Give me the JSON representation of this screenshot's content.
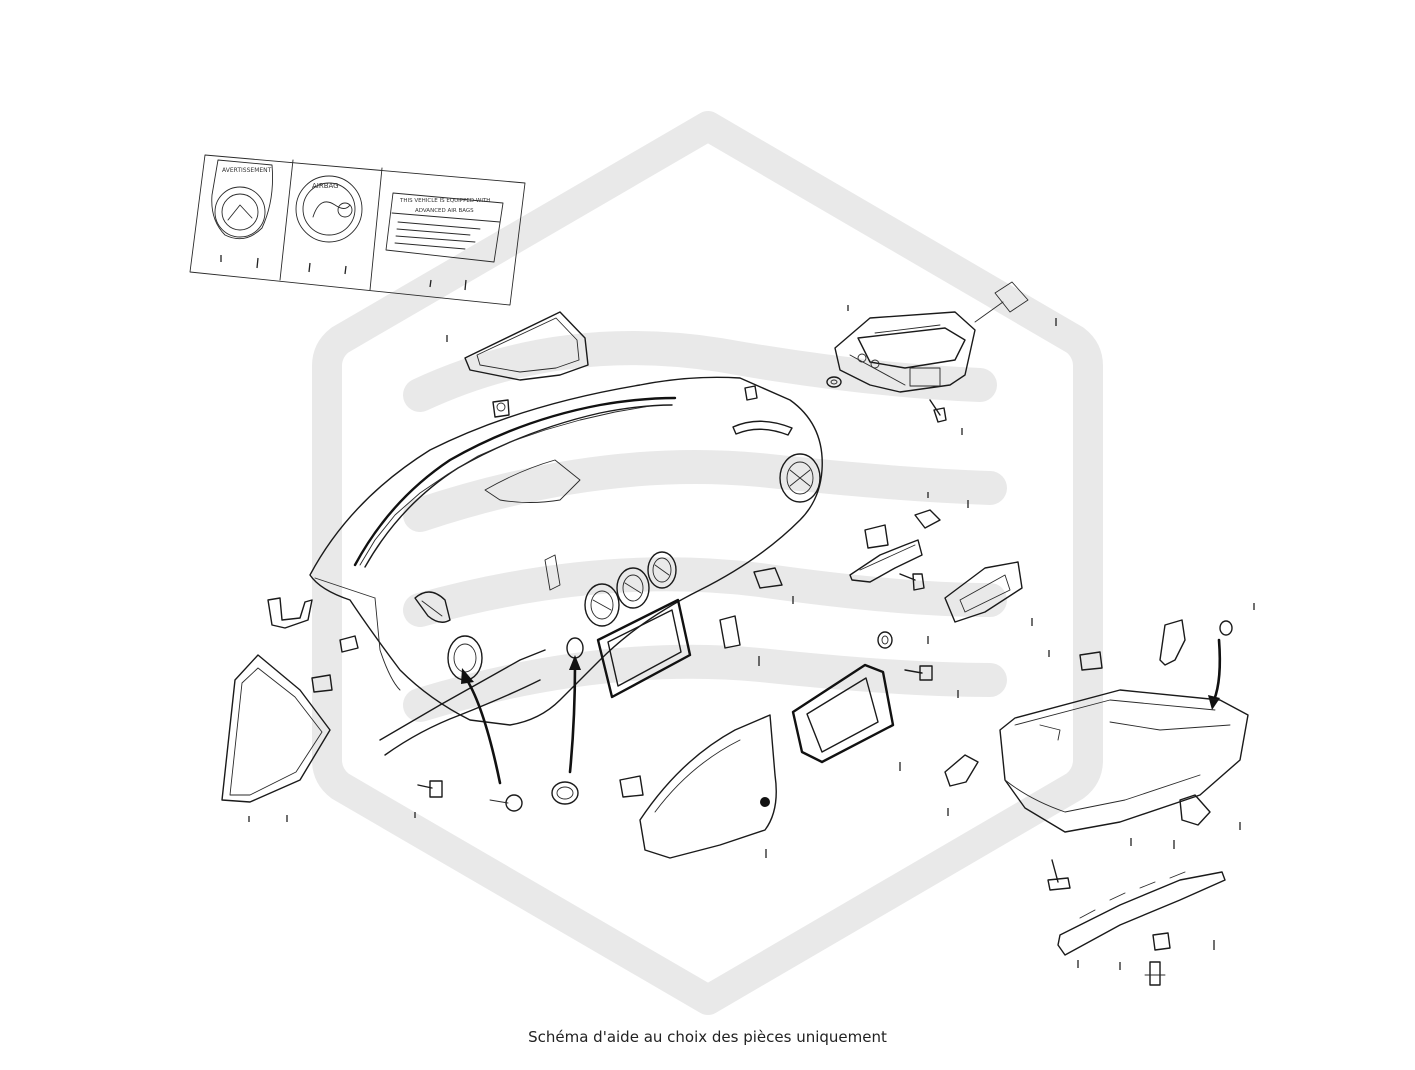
{
  "caption": "Schéma d'aide au choix des pièces uniquement",
  "warning_labels": {
    "label_1_header": "AVERTISSEMENT",
    "label_2_header": "AIRBAG",
    "label_3_line_1": "THIS VEHICLE IS EQUIPPED WITH",
    "label_3_line_2": "ADVANCED AIR BAGS"
  },
  "colors": {
    "line": "#1a1a1a",
    "watermark": "#e9e9e9",
    "background": "#ffffff"
  },
  "icons": [
    "watermark-logo-icon",
    "callout-arrow-icon"
  ]
}
